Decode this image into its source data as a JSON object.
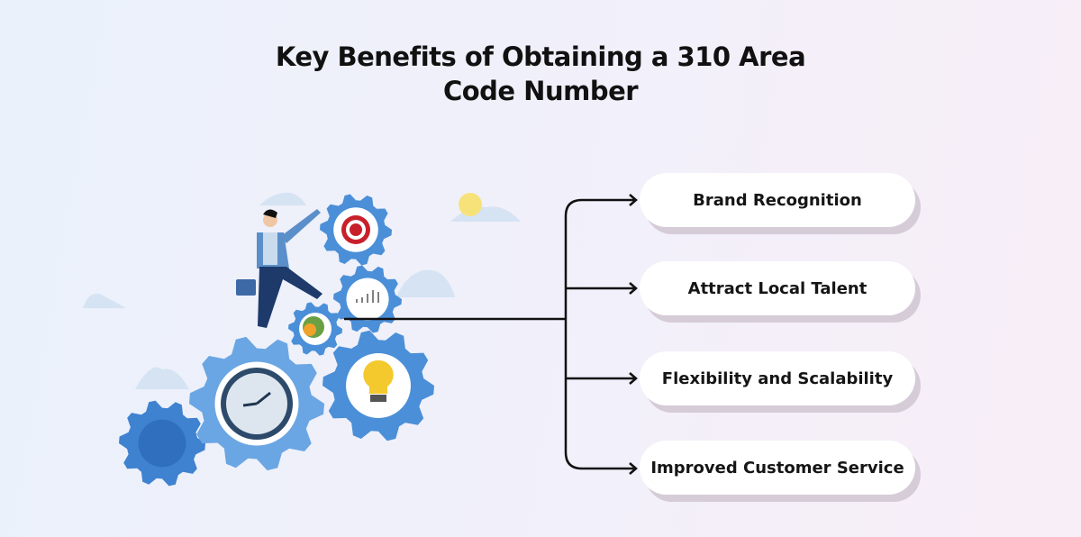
{
  "title": {
    "line1": "Key Benefits of Obtaining a 310 Area",
    "line2": "Code Number"
  },
  "benefits": [
    {
      "label": "Brand Recognition"
    },
    {
      "label": "Attract Local Talent"
    },
    {
      "label": "Flexibility and Scalability"
    },
    {
      "label": "Improved Customer Service"
    }
  ],
  "colors": {
    "gear": "#4a8fd8",
    "gear_light": "#6aa6e3",
    "connector": "#111111",
    "pill_shadow": "#d6ccd8"
  }
}
